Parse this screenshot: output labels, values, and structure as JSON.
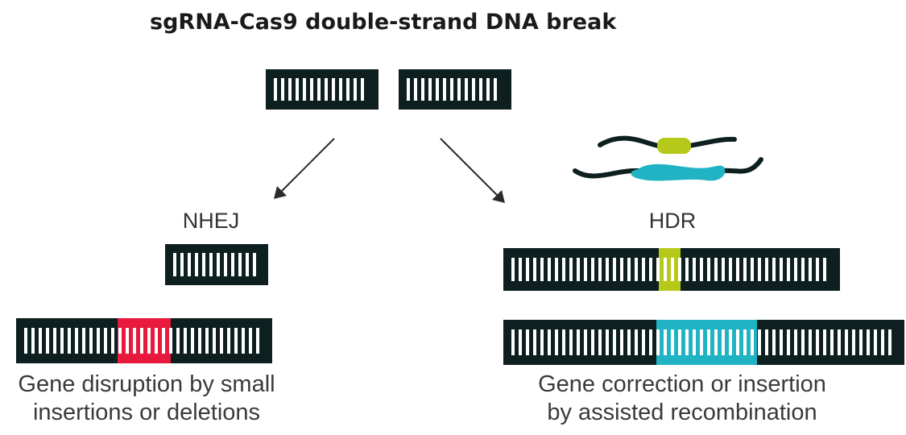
{
  "title": "sgRNA-Cas9 double-strand DNA break",
  "pathways": {
    "nhej": {
      "label": "NHEJ",
      "caption_line1": "Gene disruption by small",
      "caption_line2": "insertions or deletions"
    },
    "hdr": {
      "label": "HDR",
      "caption_line1": "Gene correction or insertion",
      "caption_line2": "by assisted recombination"
    }
  },
  "colors": {
    "dna": "#0d1f1f",
    "rung": "#ffffff",
    "indel": "#e8193c",
    "donor_small": "#b5c91a",
    "donor_large": "#1fb3c4",
    "arrow": "#2a2a2a"
  }
}
